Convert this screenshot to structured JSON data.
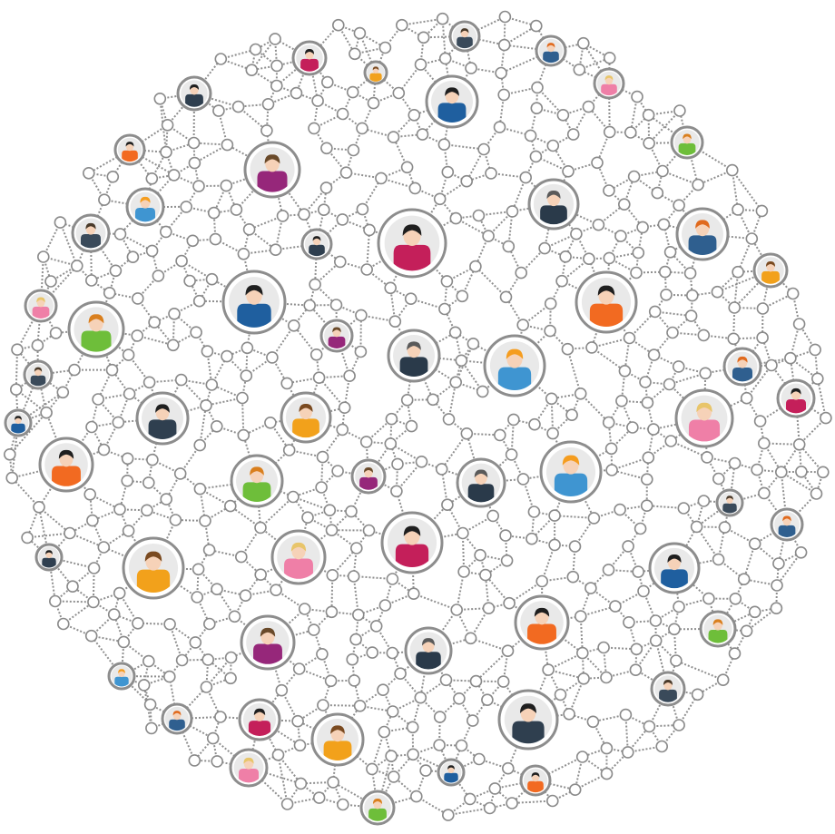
{
  "title": "",
  "network": {
    "edge_color": "#8f8f8f",
    "node_stroke": "#8a8a8a",
    "avatar_ring": "#8d8d8d",
    "avatar_bg": "#e9e9e9",
    "skin": "#f6d2b8",
    "avatars": [
      {
        "id": "a1",
        "shirt": "#3a4a5a",
        "hair": "#4a3a2a"
      },
      {
        "id": "a2",
        "shirt": "#2f5f8f",
        "hair": "#e06a1e"
      },
      {
        "id": "a3",
        "shirt": "#c41f5a",
        "hair": "#1f1f1f"
      },
      {
        "id": "a4",
        "shirt": "#2f3f4f",
        "hair": "#1f1f1f"
      },
      {
        "id": "a5",
        "shirt": "#f2a11b",
        "hair": "#7a4a20"
      },
      {
        "id": "a6",
        "shirt": "#ef7fa7",
        "hair": "#e8c56a"
      },
      {
        "id": "a7",
        "shirt": "#1f5f9f",
        "hair": "#1f1f1f"
      },
      {
        "id": "a8",
        "shirt": "#f26a21",
        "hair": "#1f1f1f"
      },
      {
        "id": "a9",
        "shirt": "#6ebe3a",
        "hair": "#d97f1e"
      },
      {
        "id": "a10",
        "shirt": "#96277a",
        "hair": "#6a4a2a"
      },
      {
        "id": "a11",
        "shirt": "#2a3a4a",
        "hair": "#5a5a5a"
      },
      {
        "id": "a12",
        "shirt": "#3f95d1",
        "hair": "#f59d1f"
      }
    ]
  }
}
